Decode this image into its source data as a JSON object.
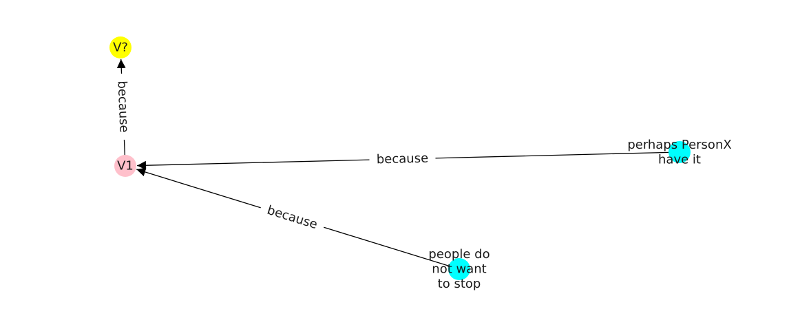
{
  "graph": {
    "nodes": [
      {
        "id": "v_q",
        "label": [
          "V?"
        ],
        "color": "#ffff00"
      },
      {
        "id": "v1",
        "label": [
          "V1"
        ],
        "color": "#ffc0cb"
      },
      {
        "id": "perhaps",
        "label": [
          "perhaps PersonX",
          "have it"
        ],
        "color": "#00ffff"
      },
      {
        "id": "people",
        "label": [
          "people do",
          "not want",
          "to stop"
        ],
        "color": "#00ffff"
      }
    ],
    "edges": [
      {
        "from": "v1",
        "to": "v_q",
        "label": "because"
      },
      {
        "from": "perhaps",
        "to": "v1",
        "label": "because"
      },
      {
        "from": "people",
        "to": "v1",
        "label": "because"
      }
    ]
  }
}
